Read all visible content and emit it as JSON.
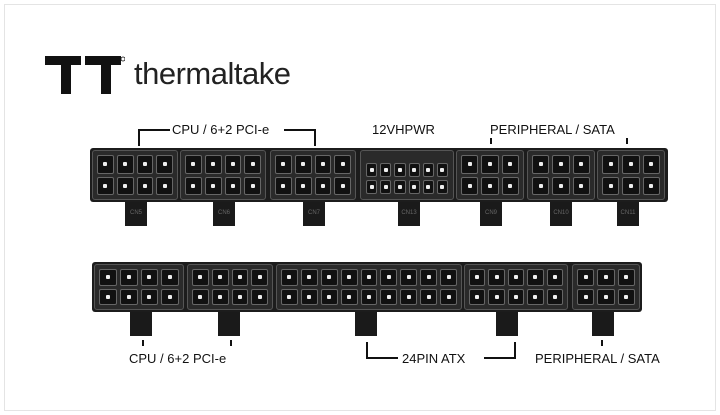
{
  "brand": {
    "name": "thermaltake",
    "color": "#111111"
  },
  "top_labels": {
    "cpu_pcie": "CPU / 6+2 PCI-e",
    "hpwr": "12VHPWR",
    "peripheral": "PERIPHERAL / SATA"
  },
  "bottom_labels": {
    "cpu_pcie": "CPU / 6+2 PCI-e",
    "atx": "24PIN ATX",
    "peripheral": "PERIPHERAL / SATA"
  },
  "top_tabs": [
    "CN5",
    "CN6",
    "CN7",
    "CN13",
    "CN9",
    "CN10",
    "CN11"
  ]
}
